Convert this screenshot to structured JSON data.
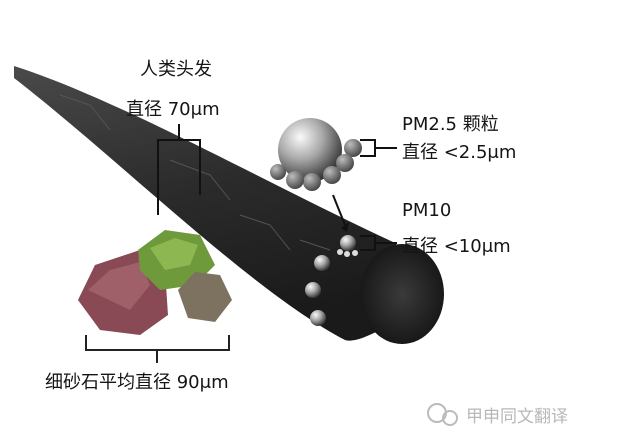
{
  "hair": {
    "title": "人类头发",
    "diameter": "直径 70μm"
  },
  "pm25": {
    "title": "PM2.5 颗粒",
    "diameter": "直径 <2.5μm"
  },
  "pm10": {
    "title": "PM10",
    "diameter": "直径 <10μm"
  },
  "sand": {
    "diameter": "细砂石平均直径 90μm"
  },
  "watermark": {
    "text": "甲申同文翻译",
    "icon": "wechat-icon"
  }
}
